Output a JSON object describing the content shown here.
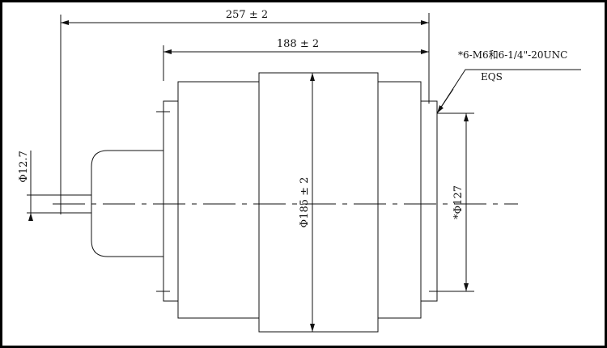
{
  "drawing": {
    "overall_length": "257 ± 2",
    "body_length": "188 ± 2",
    "body_diameter": "Φ185 ± 2",
    "shaft_diameter": "Φ12.7",
    "bolt_circle_diameter": "*Φ127",
    "thread_note": "*6-M6和6-1/4\"-20UNC",
    "thread_note_sub": "EQS"
  },
  "colors": {
    "line": "#111111",
    "background": "#ffffff",
    "frame": "#000000"
  }
}
